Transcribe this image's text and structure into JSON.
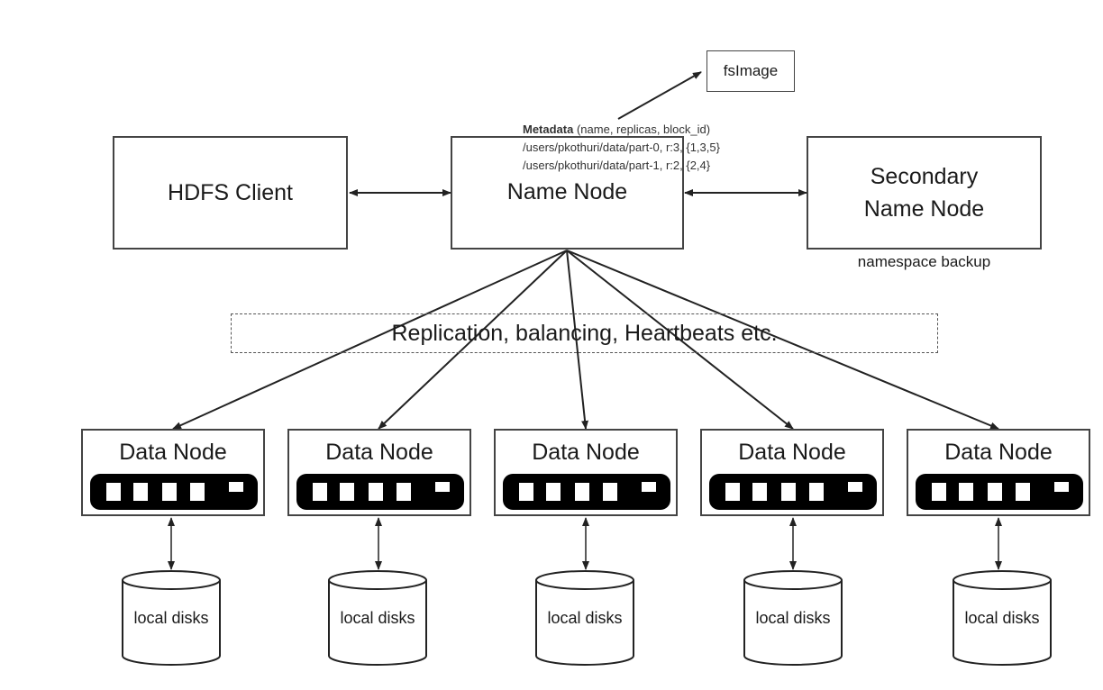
{
  "diagram": {
    "fsimage": "fsImage",
    "metadata": {
      "heading_bold": "Metadata",
      "heading_rest": " (name, replicas, block_id)",
      "line1": "/users/pkothuri/data/part-0, r:3, {1,3,5}",
      "line2": "/users/pkothuri/data/part-1, r:2, {2,4}"
    },
    "hdfs_client": "HDFS Client",
    "name_node": "Name Node",
    "secondary_name_node": {
      "line1": "Secondary",
      "line2": "Name Node"
    },
    "namespace_backup": "namespace backup",
    "replication_note": "Replication, balancing, Heartbeats etc.",
    "data_nodes": [
      {
        "label": "Data Node",
        "disk": "local disks"
      },
      {
        "label": "Data Node",
        "disk": "local disks"
      },
      {
        "label": "Data Node",
        "disk": "local disks"
      },
      {
        "label": "Data Node",
        "disk": "local disks"
      },
      {
        "label": "Data Node",
        "disk": "local disks"
      }
    ]
  }
}
